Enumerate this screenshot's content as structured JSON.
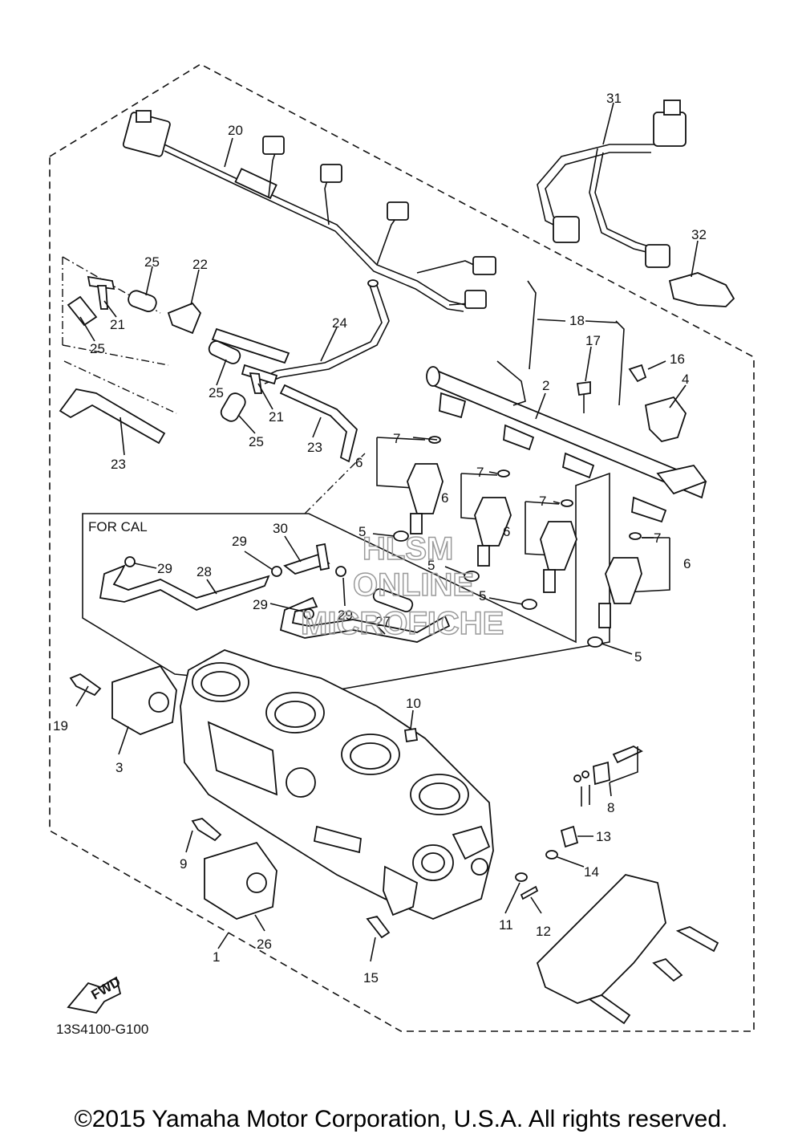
{
  "diagram": {
    "code": "13S4100-G100",
    "section_label": "FOR CAL",
    "direction_label": "FWD",
    "watermark": [
      "HLSM",
      "ONLINE",
      "MICROFICHE"
    ],
    "callouts": [
      {
        "id": "c31",
        "text": "31"
      },
      {
        "id": "c20",
        "text": "20"
      },
      {
        "id": "c32",
        "text": "32"
      },
      {
        "id": "c25a",
        "text": "25"
      },
      {
        "id": "c22",
        "text": "22"
      },
      {
        "id": "c21a",
        "text": "21"
      },
      {
        "id": "c25b",
        "text": "25"
      },
      {
        "id": "c24",
        "text": "24"
      },
      {
        "id": "c18",
        "text": "18"
      },
      {
        "id": "c17",
        "text": "17"
      },
      {
        "id": "c16",
        "text": "16"
      },
      {
        "id": "c4",
        "text": "4"
      },
      {
        "id": "c25c",
        "text": "25"
      },
      {
        "id": "c21b",
        "text": "21"
      },
      {
        "id": "c2",
        "text": "2"
      },
      {
        "id": "c25d",
        "text": "25"
      },
      {
        "id": "c23a",
        "text": "23"
      },
      {
        "id": "c23b",
        "text": "23"
      },
      {
        "id": "c7a",
        "text": "7"
      },
      {
        "id": "c6a",
        "text": "6"
      },
      {
        "id": "c7b",
        "text": "7"
      },
      {
        "id": "c6b",
        "text": "6"
      },
      {
        "id": "c7c",
        "text": "7"
      },
      {
        "id": "c6c",
        "text": "6"
      },
      {
        "id": "c7d",
        "text": "7"
      },
      {
        "id": "c6d",
        "text": "6"
      },
      {
        "id": "c5a",
        "text": "5"
      },
      {
        "id": "c5b",
        "text": "5"
      },
      {
        "id": "c5c",
        "text": "5"
      },
      {
        "id": "c5d",
        "text": "5"
      },
      {
        "id": "c30",
        "text": "30"
      },
      {
        "id": "c29a",
        "text": "29"
      },
      {
        "id": "c29b",
        "text": "29"
      },
      {
        "id": "c28",
        "text": "28"
      },
      {
        "id": "c29c",
        "text": "29"
      },
      {
        "id": "c29d",
        "text": "29"
      },
      {
        "id": "c27",
        "text": "27"
      },
      {
        "id": "c19",
        "text": "19"
      },
      {
        "id": "c3",
        "text": "3"
      },
      {
        "id": "c10",
        "text": "10"
      },
      {
        "id": "c8",
        "text": "8"
      },
      {
        "id": "c13",
        "text": "13"
      },
      {
        "id": "c9",
        "text": "9"
      },
      {
        "id": "c14",
        "text": "14"
      },
      {
        "id": "c11",
        "text": "11"
      },
      {
        "id": "c12",
        "text": "12"
      },
      {
        "id": "c26",
        "text": "26"
      },
      {
        "id": "c1",
        "text": "1"
      },
      {
        "id": "c15",
        "text": "15"
      }
    ]
  },
  "footer": {
    "copyright": "©2015 Yamaha Motor Corporation, U.S.A. All rights reserved."
  }
}
